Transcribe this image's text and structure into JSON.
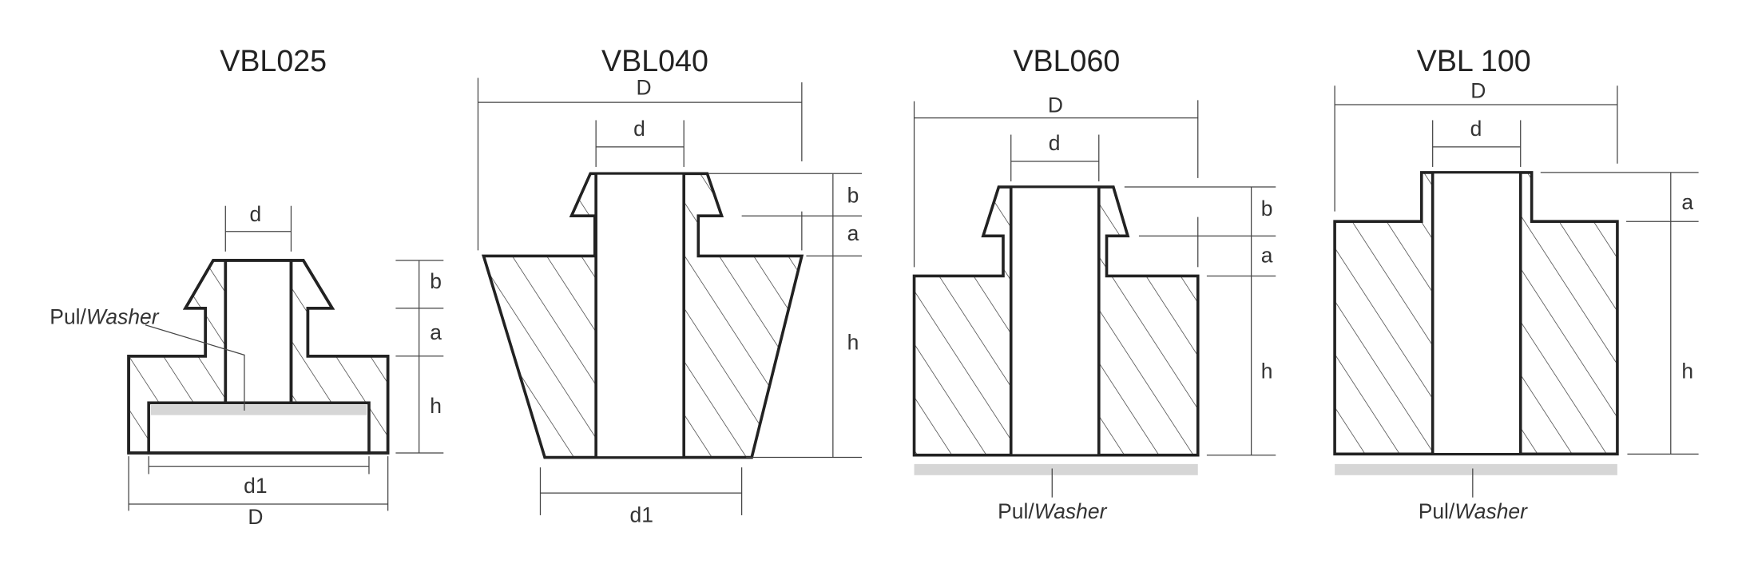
{
  "drawings": [
    {
      "title": "VBL025",
      "labels": {
        "d": "d",
        "b": "b",
        "a": "a",
        "h": "h",
        "d1": "d1",
        "D": "D"
      },
      "washer": {
        "prefix": "Pul/",
        "italic": "Washer"
      }
    },
    {
      "title": "VBL040",
      "labels": {
        "D": "D",
        "d": "d",
        "b": "b",
        "a": "a",
        "h": "h",
        "d1": "d1"
      }
    },
    {
      "title": "VBL060",
      "labels": {
        "D": "D",
        "d": "d",
        "b": "b",
        "a": "a",
        "h": "h"
      },
      "washer": {
        "prefix": "Pul/",
        "italic": "Washer"
      }
    },
    {
      "title": "VBL 100",
      "labels": {
        "D": "D",
        "d": "d",
        "a": "a",
        "h": "h"
      },
      "washer": {
        "prefix": "Pul/",
        "italic": "Washer"
      }
    }
  ],
  "colors": {
    "outline": "#222222",
    "washer": "#d6d6d6"
  }
}
